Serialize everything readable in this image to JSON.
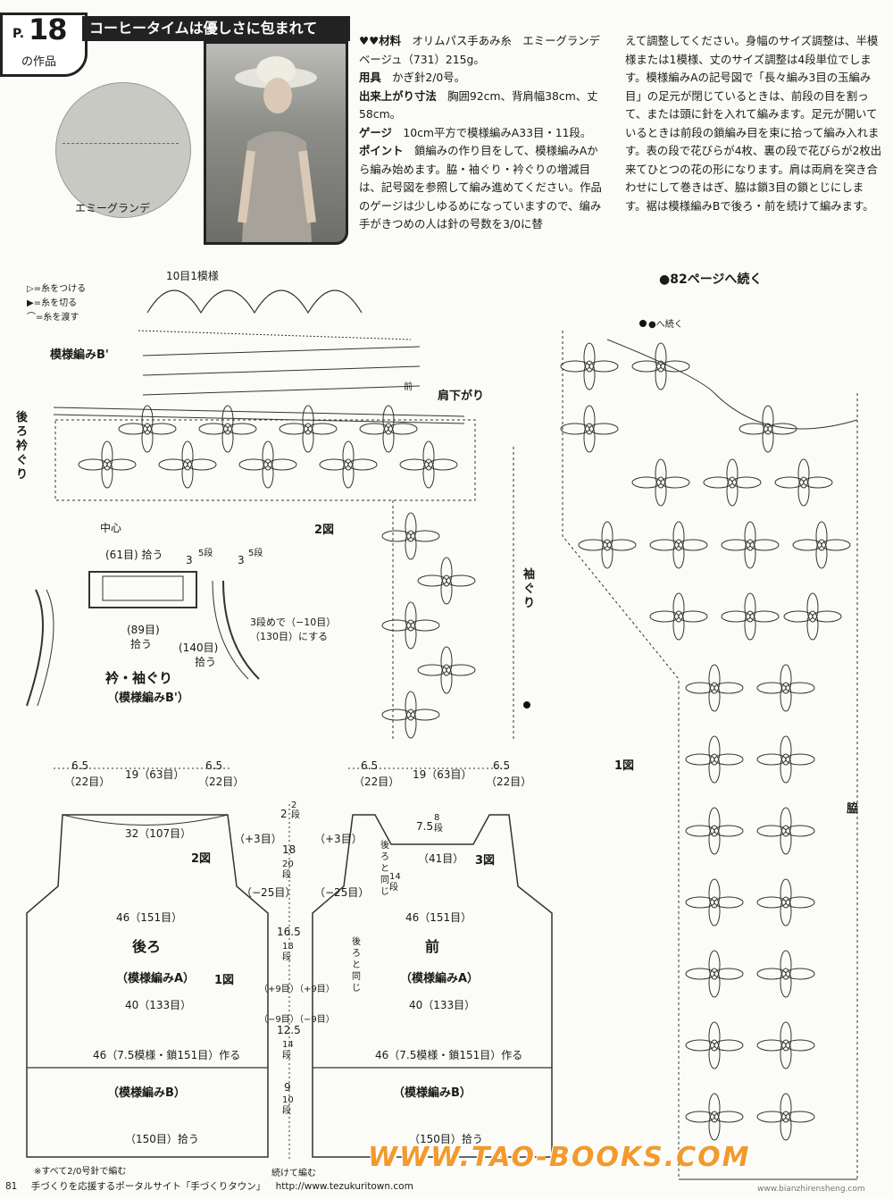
{
  "header": {
    "badge_p": "P.",
    "badge_num": "18",
    "badge_sub": "の作品",
    "title": "コーヒータイムは優しさに包まれて",
    "swatch_label": "エミーグランデ"
  },
  "instructions_col1": [
    {
      "head": "♥♥材料",
      "text": "　オリムパス手あみ糸　エミーグランデ　ベージュ（731）215g。"
    },
    {
      "head": "用具",
      "text": "　かぎ針2/0号。"
    },
    {
      "head": "出来上がり寸法",
      "text": "　胸囲92cm、背肩幅38cm、丈58cm。"
    },
    {
      "head": "ゲージ",
      "text": "　10cm平方で模様編みA33目・11段。"
    },
    {
      "head": "ポイント",
      "text": "　鎖編みの作り目をして、模様編みAから編み始めます。脇・袖ぐり・衿ぐりの増減目は、記号図を参照して編み進めてください。作品のゲージは少しゆるめになっていますので、编み手がきつめの人は針の号数を3/0に替"
    }
  ],
  "instructions_col2": "えて調整してください。身幅のサイズ調整は、半模様または1模様、丈のサイズ調整は4段単位でします。模様編みAの記号図で「長々編み3目の玉編み目」の足元が閉じているときは、前段の目を割って、または頭に針を入れて編みます。足元が開いているときは前段の鎖編み目を束に拾って編み入れます。表の段で花びらが4枚、裏の段で花びらが2枚出来てひとつの花の形になります。肩は両肩を突き合わせにして巻きはぎ、脇は鎖3目の鎖とじにします。裾は模様編みBで後ろ・前を続けて編みます。",
  "continue_note": "●82ページへ続く",
  "legend": {
    "attach": "▷=糸をつける",
    "cut": "▶=糸を切る",
    "pass": "⌒=糸を渡す"
  },
  "diagram_labels": {
    "repeat_10": "10目1模様",
    "pattern_b_prime": "模様編みB'",
    "back_neck": "後ろ衿ぐり",
    "center": "中心",
    "shoulder_slope": "肩下がり",
    "front": "前",
    "armhole": "袖ぐり",
    "fig2": "2図",
    "fig1": "1図",
    "side": "脇",
    "continue_arrow": "●へ続く"
  },
  "edging_labels": {
    "pick_61": "(61目) 拾う",
    "s5a": "5段",
    "s5b": "5段",
    "n3a": "3",
    "n3b": "3",
    "pick_89": "(89目)",
    "pick_89b": "拾う",
    "pick_140": "(140目)",
    "pick_140b": "拾う",
    "dec_note": "3段めで（−10目）",
    "dec_note2": "（130目）にする",
    "title": "衿・袖ぐり",
    "subtitle": "（模様編みB'）"
  },
  "back_schematic": {
    "top_left": "6.5",
    "top_left_s": "（22目）",
    "top_mid": "19（63目）",
    "top_right": "6.5",
    "top_right_s": "（22目）",
    "w32": "32（107目）",
    "fig2": "2図",
    "plus3": "（+3目）",
    "minus25": "（−25目）",
    "w46": "46（151目）",
    "name": "後ろ",
    "pattern": "（模様編みA）",
    "fig1": "1図",
    "w40": "40（133目）",
    "cast_on": "46（7.5模様・鎖151目）作る",
    "pattern_b": "（模様編みB）",
    "pick": "（150目）拾う"
  },
  "center_dims": {
    "d2": "2",
    "d2s": "2段",
    "d18": "18",
    "d18s": "20段",
    "d165": "16.5",
    "d165s": "18段",
    "plus9a": "（+9目）",
    "plus9b": "（+9目）",
    "minus9a": "（−9目）",
    "minus9b": "（−9目）",
    "d125": "12.5",
    "d125s": "14段",
    "d9": "9",
    "d9s": "10段",
    "cont": "続けて編む"
  },
  "front_schematic": {
    "top_left": "6.5",
    "top_left_s": "（22目）",
    "top_mid": "19（63目）",
    "top_right": "6.5",
    "top_right_s": "（22目）",
    "plus3": "（+3目）",
    "d75": "7.5",
    "d75s": "8段",
    "same_back": "後ろと同じ",
    "d14s": "14段",
    "w41": "（41目）",
    "fig3": "3図",
    "minus25": "（−25目）",
    "w46": "46（151目）",
    "name": "前",
    "pattern": "（模様編みA）",
    "same_back2": "後ろと同じ",
    "w40": "40（133目）",
    "cast_on": "46（7.5模様・鎖151目）作る",
    "pattern_b": "（模様編みB）",
    "pick": "（150目）拾う"
  },
  "footer": {
    "note": "※すべて2/0号針で編む",
    "page": "81",
    "text": "手づくりを応援するポータルサイト「手づくりタウン」",
    "url": "http://www.tezukuritown.com"
  },
  "watermark": "WWW.TAO-BOOKS.COM",
  "watermark_url": "www.bianzhirensheng.com"
}
